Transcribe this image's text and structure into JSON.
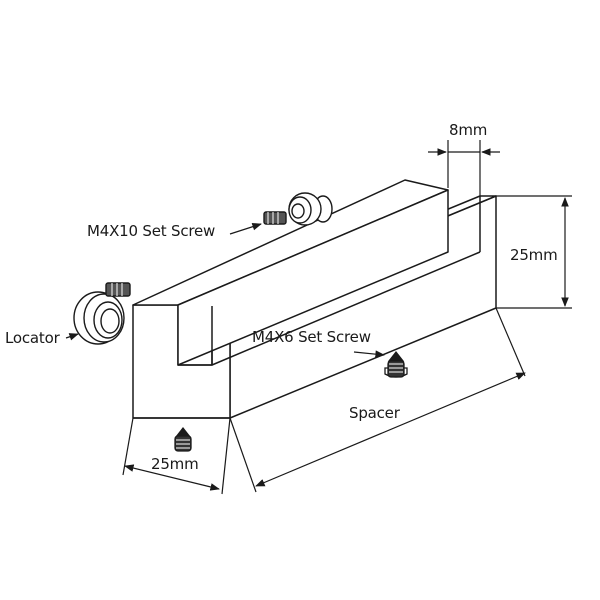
{
  "labels": {
    "m4x10_set_screw": "M4X10 Set Screw",
    "slot_width": "8mm",
    "height": "25mm",
    "locator": "Locator",
    "m4x6_set_screw": "M4X6 Set Screw",
    "spacer": "Spacer",
    "width": "25mm"
  },
  "colors": {
    "line": "#1a1a1a",
    "body_fill": "#ffffff",
    "background": "#ffffff"
  }
}
